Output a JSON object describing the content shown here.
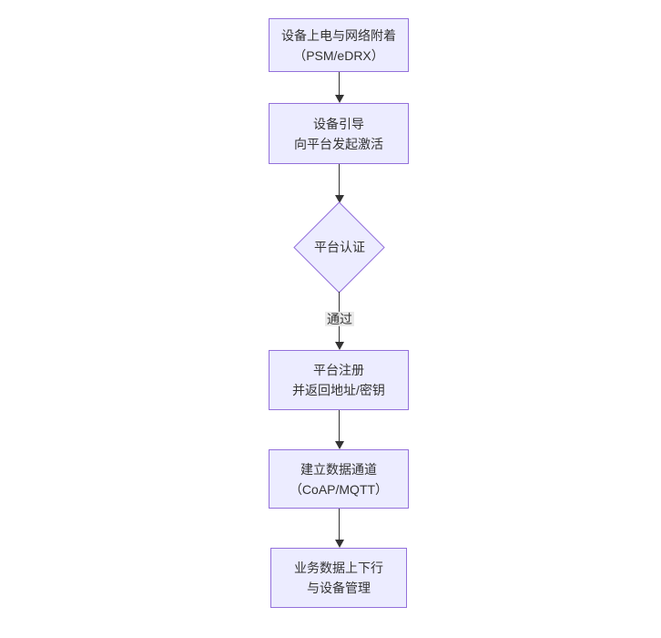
{
  "diagram": {
    "type": "flowchart-top-down",
    "colors": {
      "node_fill": "#ECECFF",
      "node_border": "#9370DB",
      "text": "#333333",
      "edge": "#333333",
      "edge_label_bg": "#e8e8e8",
      "background": "#ffffff"
    },
    "nodes": [
      {
        "id": "n1",
        "shape": "rect",
        "lines": [
          "设备上电与网络附着",
          "（PSM/eDRX）"
        ]
      },
      {
        "id": "n2",
        "shape": "rect",
        "lines": [
          "设备引导",
          "向平台发起激活"
        ]
      },
      {
        "id": "n3",
        "shape": "diamond",
        "lines": [
          "平台认证"
        ]
      },
      {
        "id": "n4",
        "shape": "rect",
        "lines": [
          "平台注册",
          "并返回地址/密钥"
        ]
      },
      {
        "id": "n5",
        "shape": "rect",
        "lines": [
          "建立数据通道",
          "（CoAP/MQTT）"
        ]
      },
      {
        "id": "n6",
        "shape": "rect",
        "lines": [
          "业务数据上下行",
          "与设备管理"
        ]
      }
    ],
    "edges": [
      {
        "from": "n1",
        "to": "n2",
        "label": ""
      },
      {
        "from": "n2",
        "to": "n3",
        "label": ""
      },
      {
        "from": "n3",
        "to": "n4",
        "label": "通过"
      },
      {
        "from": "n4",
        "to": "n5",
        "label": ""
      },
      {
        "from": "n5",
        "to": "n6",
        "label": ""
      }
    ]
  }
}
